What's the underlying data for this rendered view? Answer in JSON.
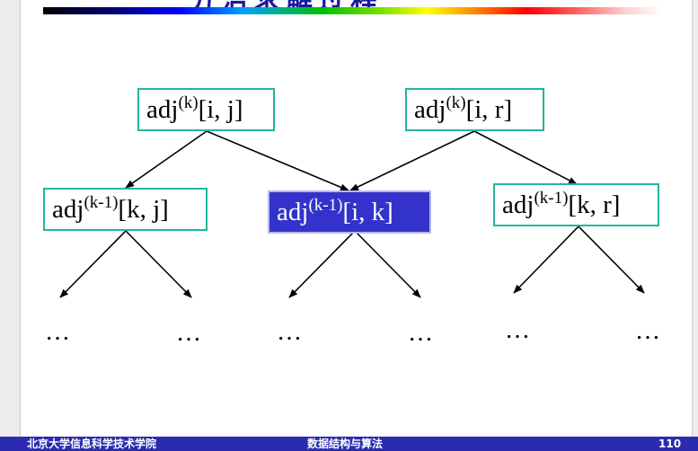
{
  "slide": {
    "title": "分治求解过程",
    "page_number": "110"
  },
  "nodes": [
    {
      "id": "n1",
      "base": "adj",
      "sup": "(k)",
      "args": "[i, j]",
      "highlighted": false
    },
    {
      "id": "n2",
      "base": "adj",
      "sup": "(k)",
      "args": "[i, r]",
      "highlighted": false
    },
    {
      "id": "n3",
      "base": "adj",
      "sup": "(k-1)",
      "args": "[k, j]",
      "highlighted": false
    },
    {
      "id": "n4",
      "base": "adj",
      "sup": "(k-1)",
      "args": "[i, k]",
      "highlighted": true
    },
    {
      "id": "n5",
      "base": "adj",
      "sup": "(k-1)",
      "args": "[k, r]",
      "highlighted": false
    }
  ],
  "ellipsis_text": "…",
  "footer": {
    "institution": "北京大学信息科学技术学院",
    "course": "数据结构与算法",
    "page": "110"
  },
  "colors": {
    "node_border": "#22b5a0",
    "highlight_fill": "#3333cc",
    "footer_bg": "#2b2bb0"
  }
}
